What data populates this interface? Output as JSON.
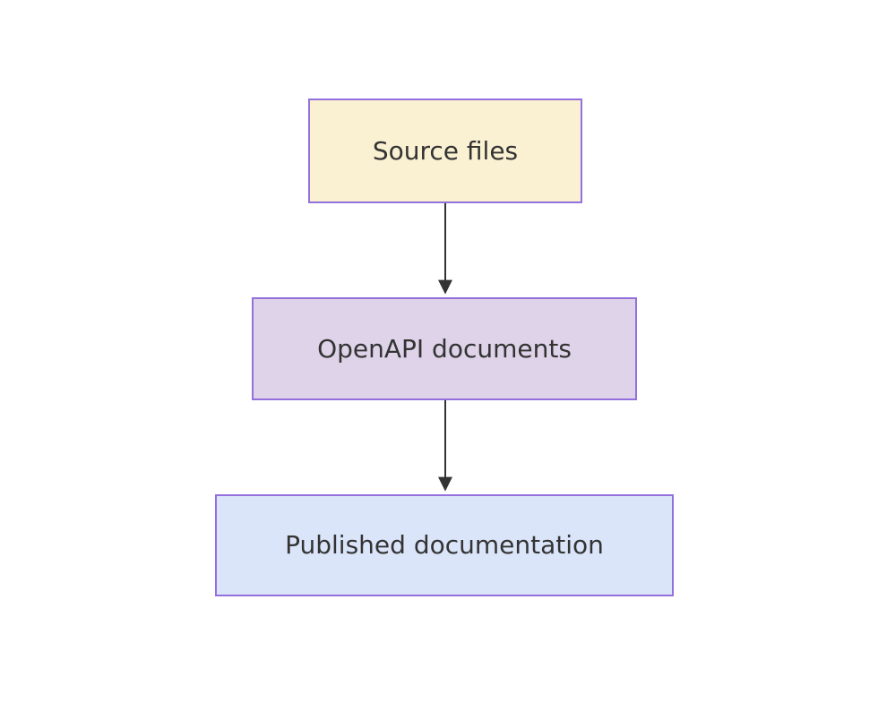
{
  "diagram": {
    "type": "flowchart",
    "direction": "top-down",
    "background_color": "#ffffff",
    "border_color": "#9370db",
    "text_color": "#333333",
    "arrow_color": "#333333",
    "nodes": [
      {
        "id": "source",
        "label": "Source files",
        "fill": "#faf0d2"
      },
      {
        "id": "openapi",
        "label": "OpenAPI documents",
        "fill": "#ded3e8"
      },
      {
        "id": "published",
        "label": "Published documentation",
        "fill": "#dbe5f9"
      }
    ],
    "edges": [
      {
        "from": "source",
        "to": "openapi"
      },
      {
        "from": "openapi",
        "to": "published"
      }
    ]
  }
}
